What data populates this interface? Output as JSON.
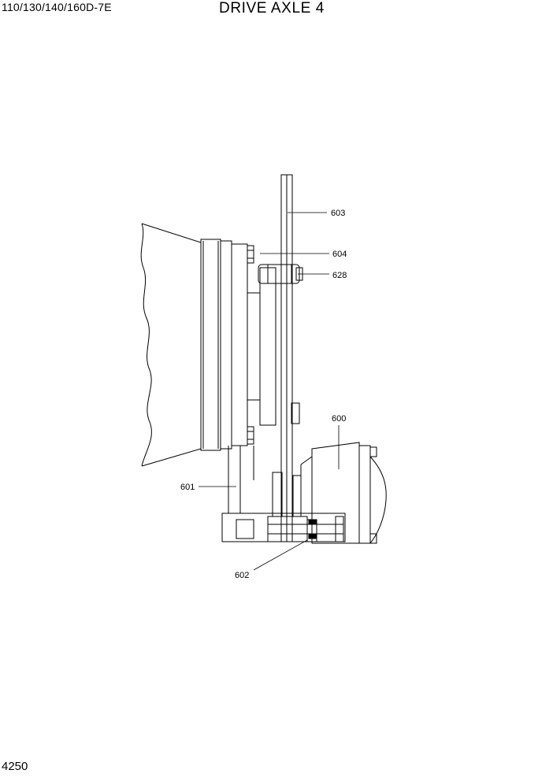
{
  "header": {
    "model_code": "110/130/140/160D-7E",
    "title": "DRIVE AXLE 4"
  },
  "footer": {
    "page_number": "4250"
  },
  "diagram": {
    "callouts": [
      {
        "id": "callout-603",
        "label": "603"
      },
      {
        "id": "callout-604",
        "label": "604"
      },
      {
        "id": "callout-628",
        "label": "628"
      },
      {
        "id": "callout-600",
        "label": "600"
      },
      {
        "id": "callout-601",
        "label": "601"
      },
      {
        "id": "callout-602",
        "label": "602"
      }
    ]
  }
}
